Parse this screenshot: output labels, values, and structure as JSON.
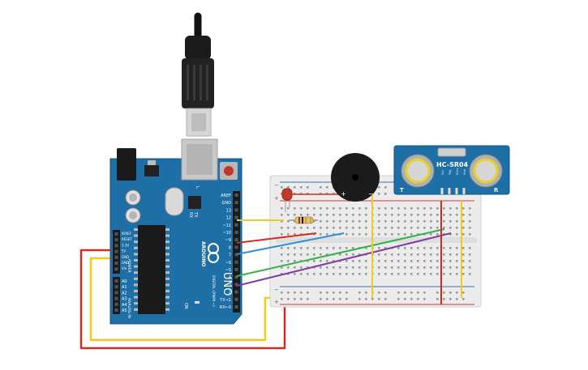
{
  "arduino": {
    "brand_text": "ARDUINO",
    "model_text": "UNO",
    "tx_label": "TX",
    "rx_label": "RX",
    "on_label": "ON",
    "l_label": "L",
    "power_header_label": "POWER",
    "analog_header_label": "ANALOG IN",
    "digital_header_label": "DIGITAL (PWM ~)",
    "power_pins": [
      "IOREF",
      "RESET",
      "3.3V",
      "5V",
      "GND",
      "GND",
      "Vin"
    ],
    "analog_pins": [
      "A0",
      "A1",
      "A2",
      "A3",
      "A4",
      "A5"
    ],
    "digital_pins": [
      "AREF",
      "GND",
      "13",
      "12",
      "~11",
      "~10",
      "~9",
      "8",
      "7",
      "~6",
      "~5",
      "4",
      "~3",
      "2",
      "TX→1",
      "RX←0"
    ]
  },
  "sensor": {
    "model_text": "HC-SR04",
    "pins": [
      "Vcc",
      "Trig",
      "Echo",
      "Gnd"
    ],
    "left_mark": "T",
    "right_mark": "R"
  },
  "buzzer": {
    "plus": "+",
    "minus": "−"
  },
  "breadboard": {
    "rail_minus": "−",
    "rail_plus": "+"
  },
  "colors": {
    "board": "#1d6fa6",
    "red_wire": "#d42a22",
    "yellow_wire": "#f2c91f",
    "blue_wire": "#2a8fd6",
    "green_wire": "#35b24a",
    "purple_wire": "#7b3fa0"
  }
}
